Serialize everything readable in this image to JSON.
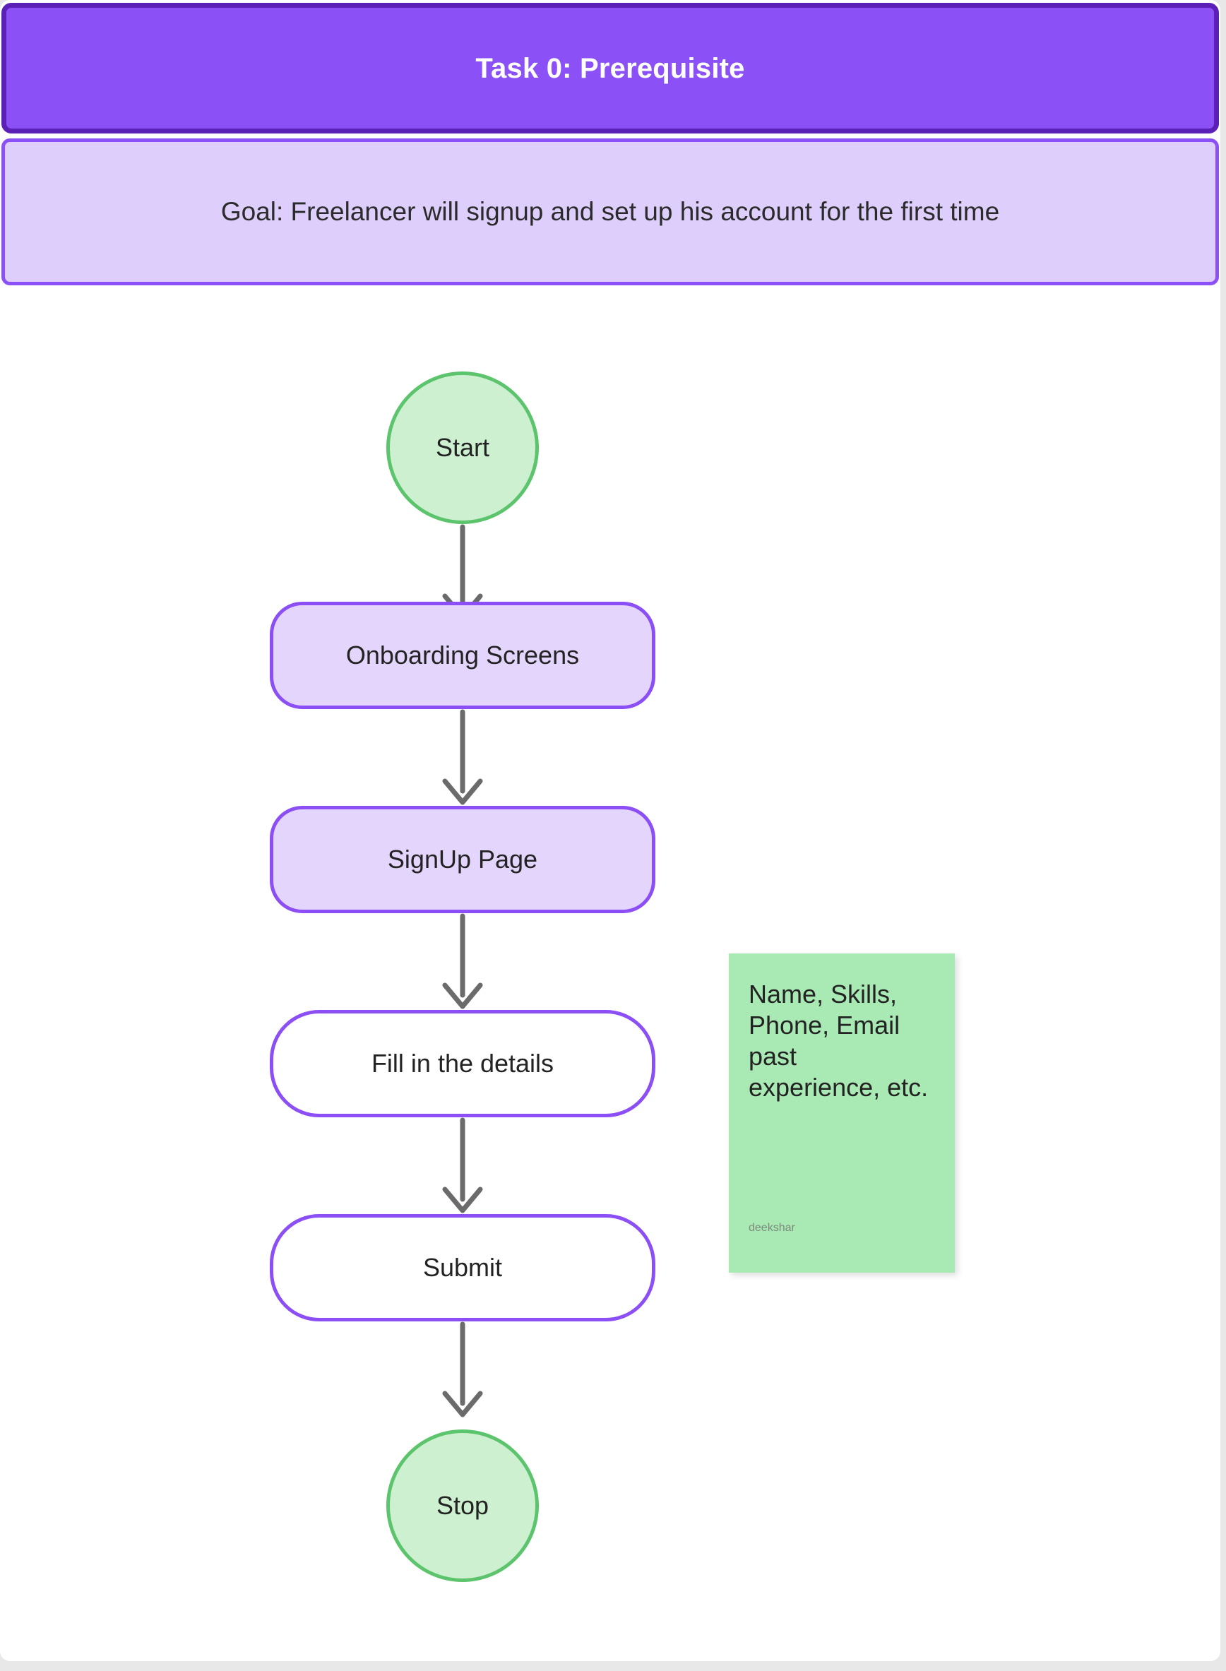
{
  "header": {
    "title": "Task 0: Prerequisite",
    "bg_color": "#8b51f7",
    "border_color": "#5b21b6",
    "text_color": "#ffffff"
  },
  "goal": {
    "text": "Goal: Freelancer will signup and set up his account for the first time",
    "bg_color": "#ddcefb",
    "border_color": "#8b51f7",
    "text_color": "#2b2b2b"
  },
  "flow": {
    "nodes": [
      {
        "id": "start",
        "label": "Start",
        "shape": "circle",
        "fill": "#cdf0d0",
        "border": "#5cc46c"
      },
      {
        "id": "onboarding",
        "label": "Onboarding Screens",
        "shape": "rounded-rect",
        "fill": "#e4d5fc",
        "border": "#8b4ff5"
      },
      {
        "id": "signup",
        "label": "SignUp Page",
        "shape": "rounded-rect",
        "fill": "#e4d5fc",
        "border": "#8b4ff5"
      },
      {
        "id": "details",
        "label": "Fill in the details",
        "shape": "pill",
        "fill": "#ffffff",
        "border": "#8b4ff5"
      },
      {
        "id": "submit",
        "label": "Submit",
        "shape": "pill",
        "fill": "#ffffff",
        "border": "#8b4ff5"
      },
      {
        "id": "stop",
        "label": "Stop",
        "shape": "circle",
        "fill": "#cdf0d0",
        "border": "#5cc46c"
      }
    ],
    "edges": [
      {
        "from": "start",
        "to": "onboarding"
      },
      {
        "from": "onboarding",
        "to": "signup"
      },
      {
        "from": "signup",
        "to": "details"
      },
      {
        "from": "details",
        "to": "submit"
      },
      {
        "from": "submit",
        "to": "stop"
      }
    ],
    "arrow_color": "#6b6b6b"
  },
  "sticky_note": {
    "text": "Name, Skills, Phone, Email past experience, etc.",
    "author": "deekshar",
    "bg_color": "#a8e9b4",
    "text_color": "#232323",
    "author_color": "#7d8b7d"
  },
  "page_bg": "#e8e8e8",
  "canvas_bg": "#ffffff"
}
